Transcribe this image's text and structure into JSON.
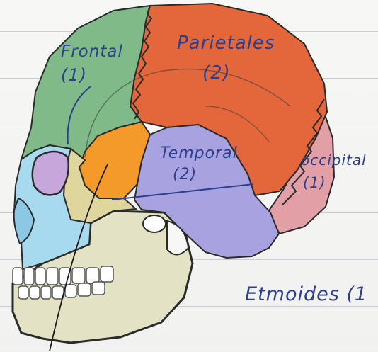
{
  "labels": {
    "frontal": "Frontal",
    "frontal_count": "(1)",
    "parietales": "Parietales",
    "parietales_count": "(2)",
    "temporal": "Temporal",
    "temporal_count": "(2)",
    "occipital": "occipital",
    "occipital_count": "(1)",
    "etmoides": "Etmoides (1"
  },
  "colors": {
    "frontal": "#7fba88",
    "parietal": "#e4673c",
    "temporal": "#a9a2e0",
    "occipital": "#e2a0a6",
    "sphenoid": "#f49a2a",
    "face": "#a8daef",
    "mandible": "#e4e2c4",
    "zygomatic": "#dfd69d",
    "ink": "#2b3f8f"
  }
}
